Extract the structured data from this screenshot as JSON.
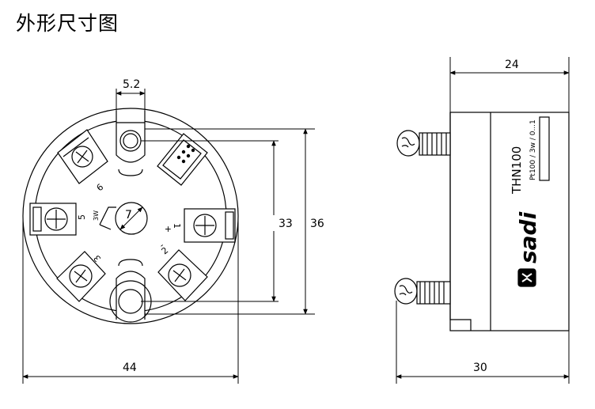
{
  "title": "外形尺寸图",
  "dimensions": {
    "slot_width": "5.2",
    "hole_spacing": "33",
    "outer_height": "36",
    "diameter": "44",
    "side_width": "24",
    "side_total": "30",
    "center_circle": "7"
  },
  "terminals": {
    "t1": "1",
    "t1_sign": "+",
    "t2": "2",
    "t2_sign": "-",
    "t3": "3",
    "t5": "5",
    "t5_sub": "3W",
    "t6": "6"
  },
  "product": {
    "model": "THN100",
    "spec": "Pt100 / 3w / 0...1",
    "brand": "sadi"
  }
}
